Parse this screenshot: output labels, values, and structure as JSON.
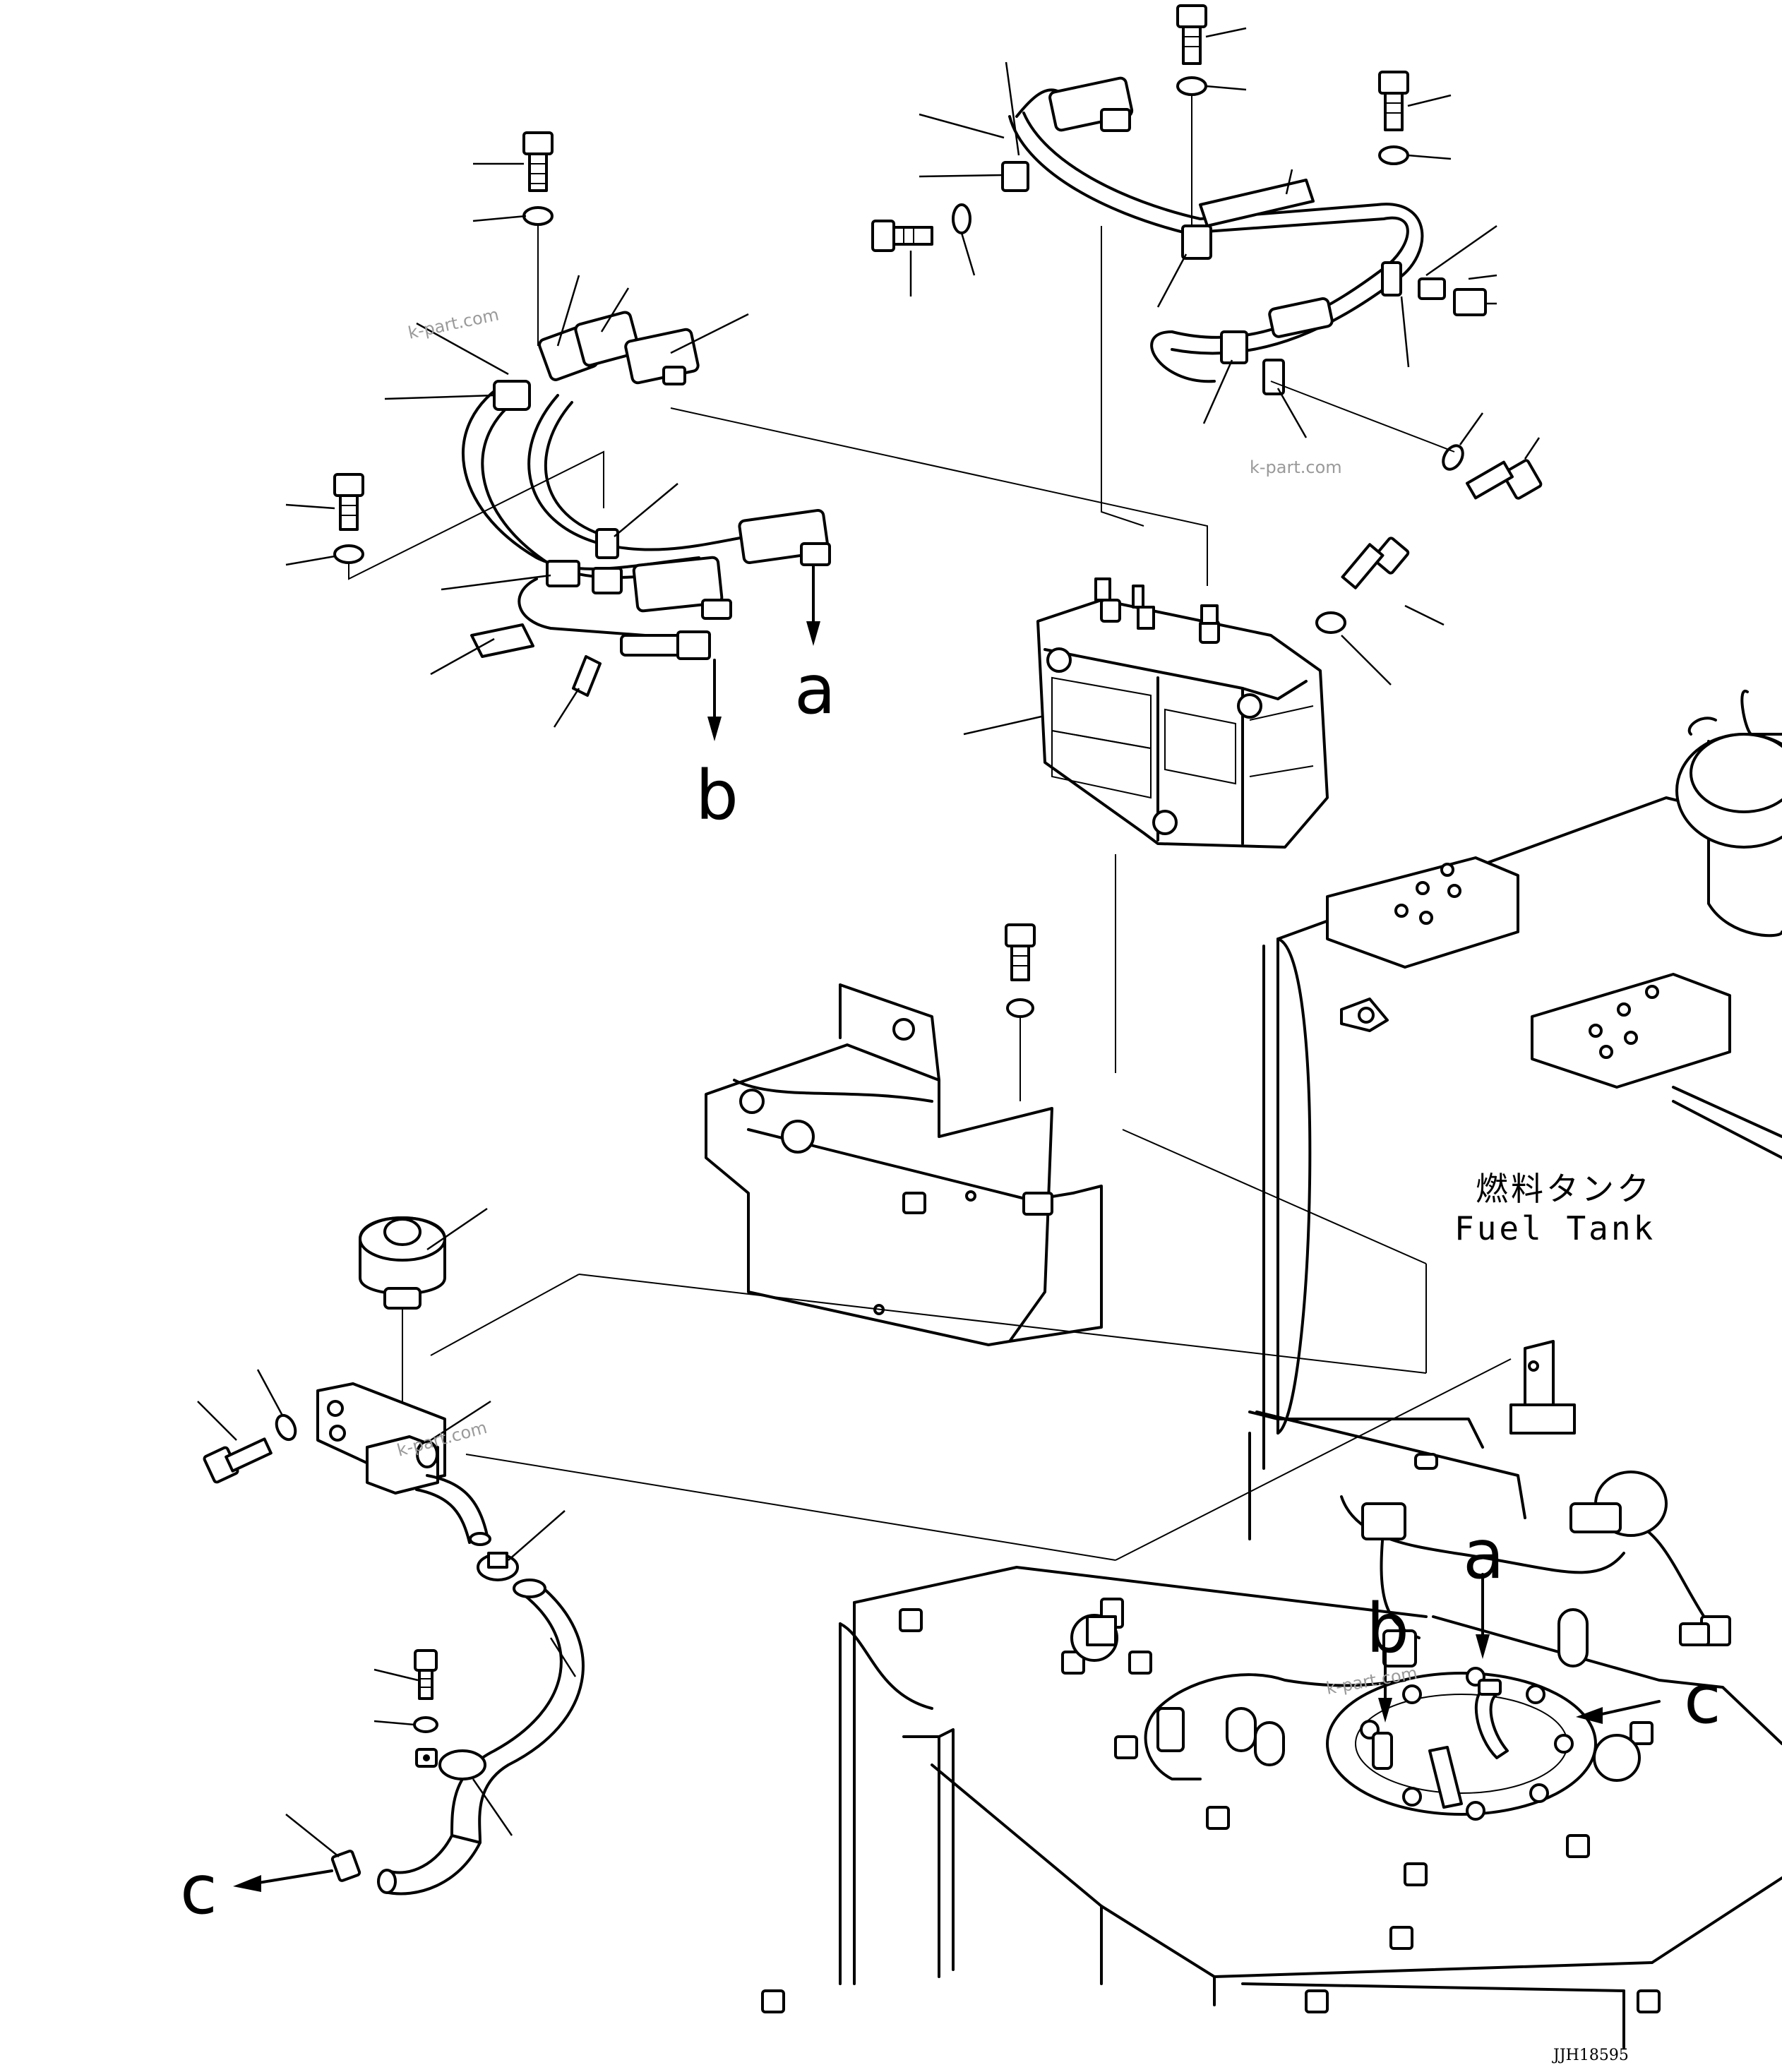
{
  "callouts": {
    "a_top": "a",
    "b_top": "b",
    "a_tank": "a",
    "b_tank": "b",
    "c_left": "c",
    "c_right": "c"
  },
  "tank_label": {
    "jp": "燃料タンク",
    "en": "Fuel Tank"
  },
  "watermarks": [
    "k-part.com",
    "k-part.com",
    "k-part.com",
    "k-part.com"
  ],
  "drawing_code": "JJH18595"
}
